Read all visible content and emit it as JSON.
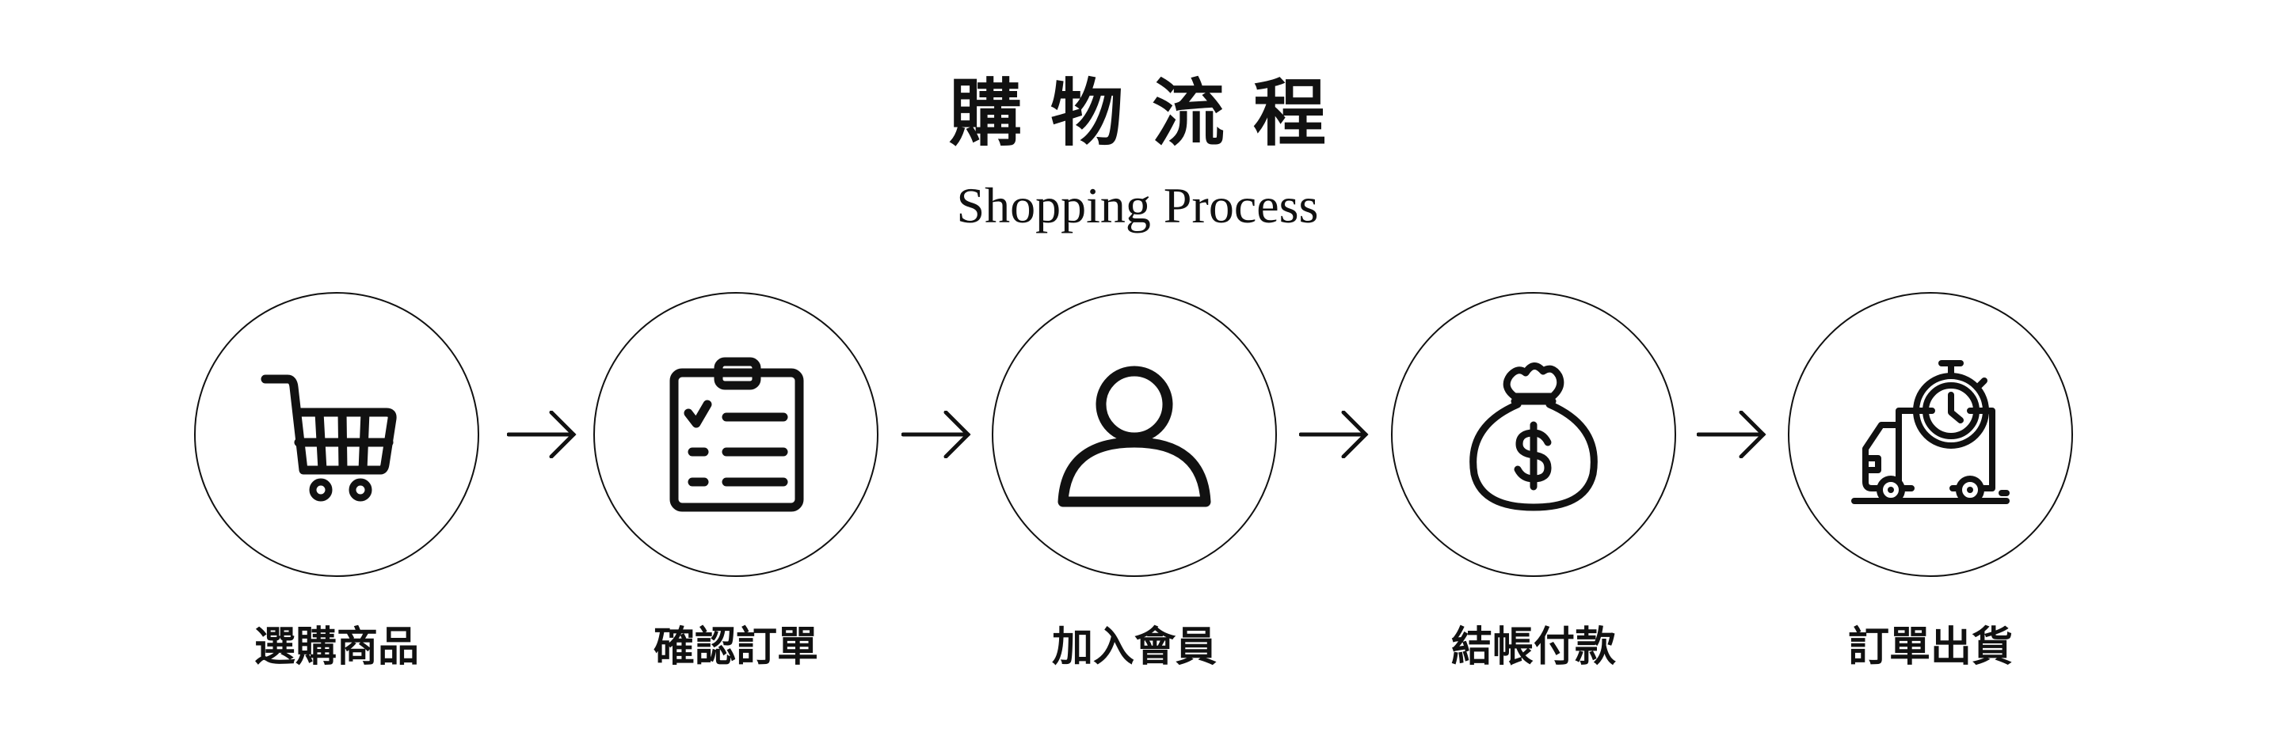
{
  "title": {
    "zh": "購物流程",
    "en": "Shopping Process"
  },
  "steps": [
    {
      "label": "選購商品",
      "icon": "shopping-cart-icon"
    },
    {
      "label": "確認訂單",
      "icon": "clipboard-checklist-icon"
    },
    {
      "label": "加入會員",
      "icon": "user-icon"
    },
    {
      "label": "結帳付款",
      "icon": "money-bag-icon"
    },
    {
      "label": "訂單出貨",
      "icon": "delivery-truck-icon"
    }
  ]
}
